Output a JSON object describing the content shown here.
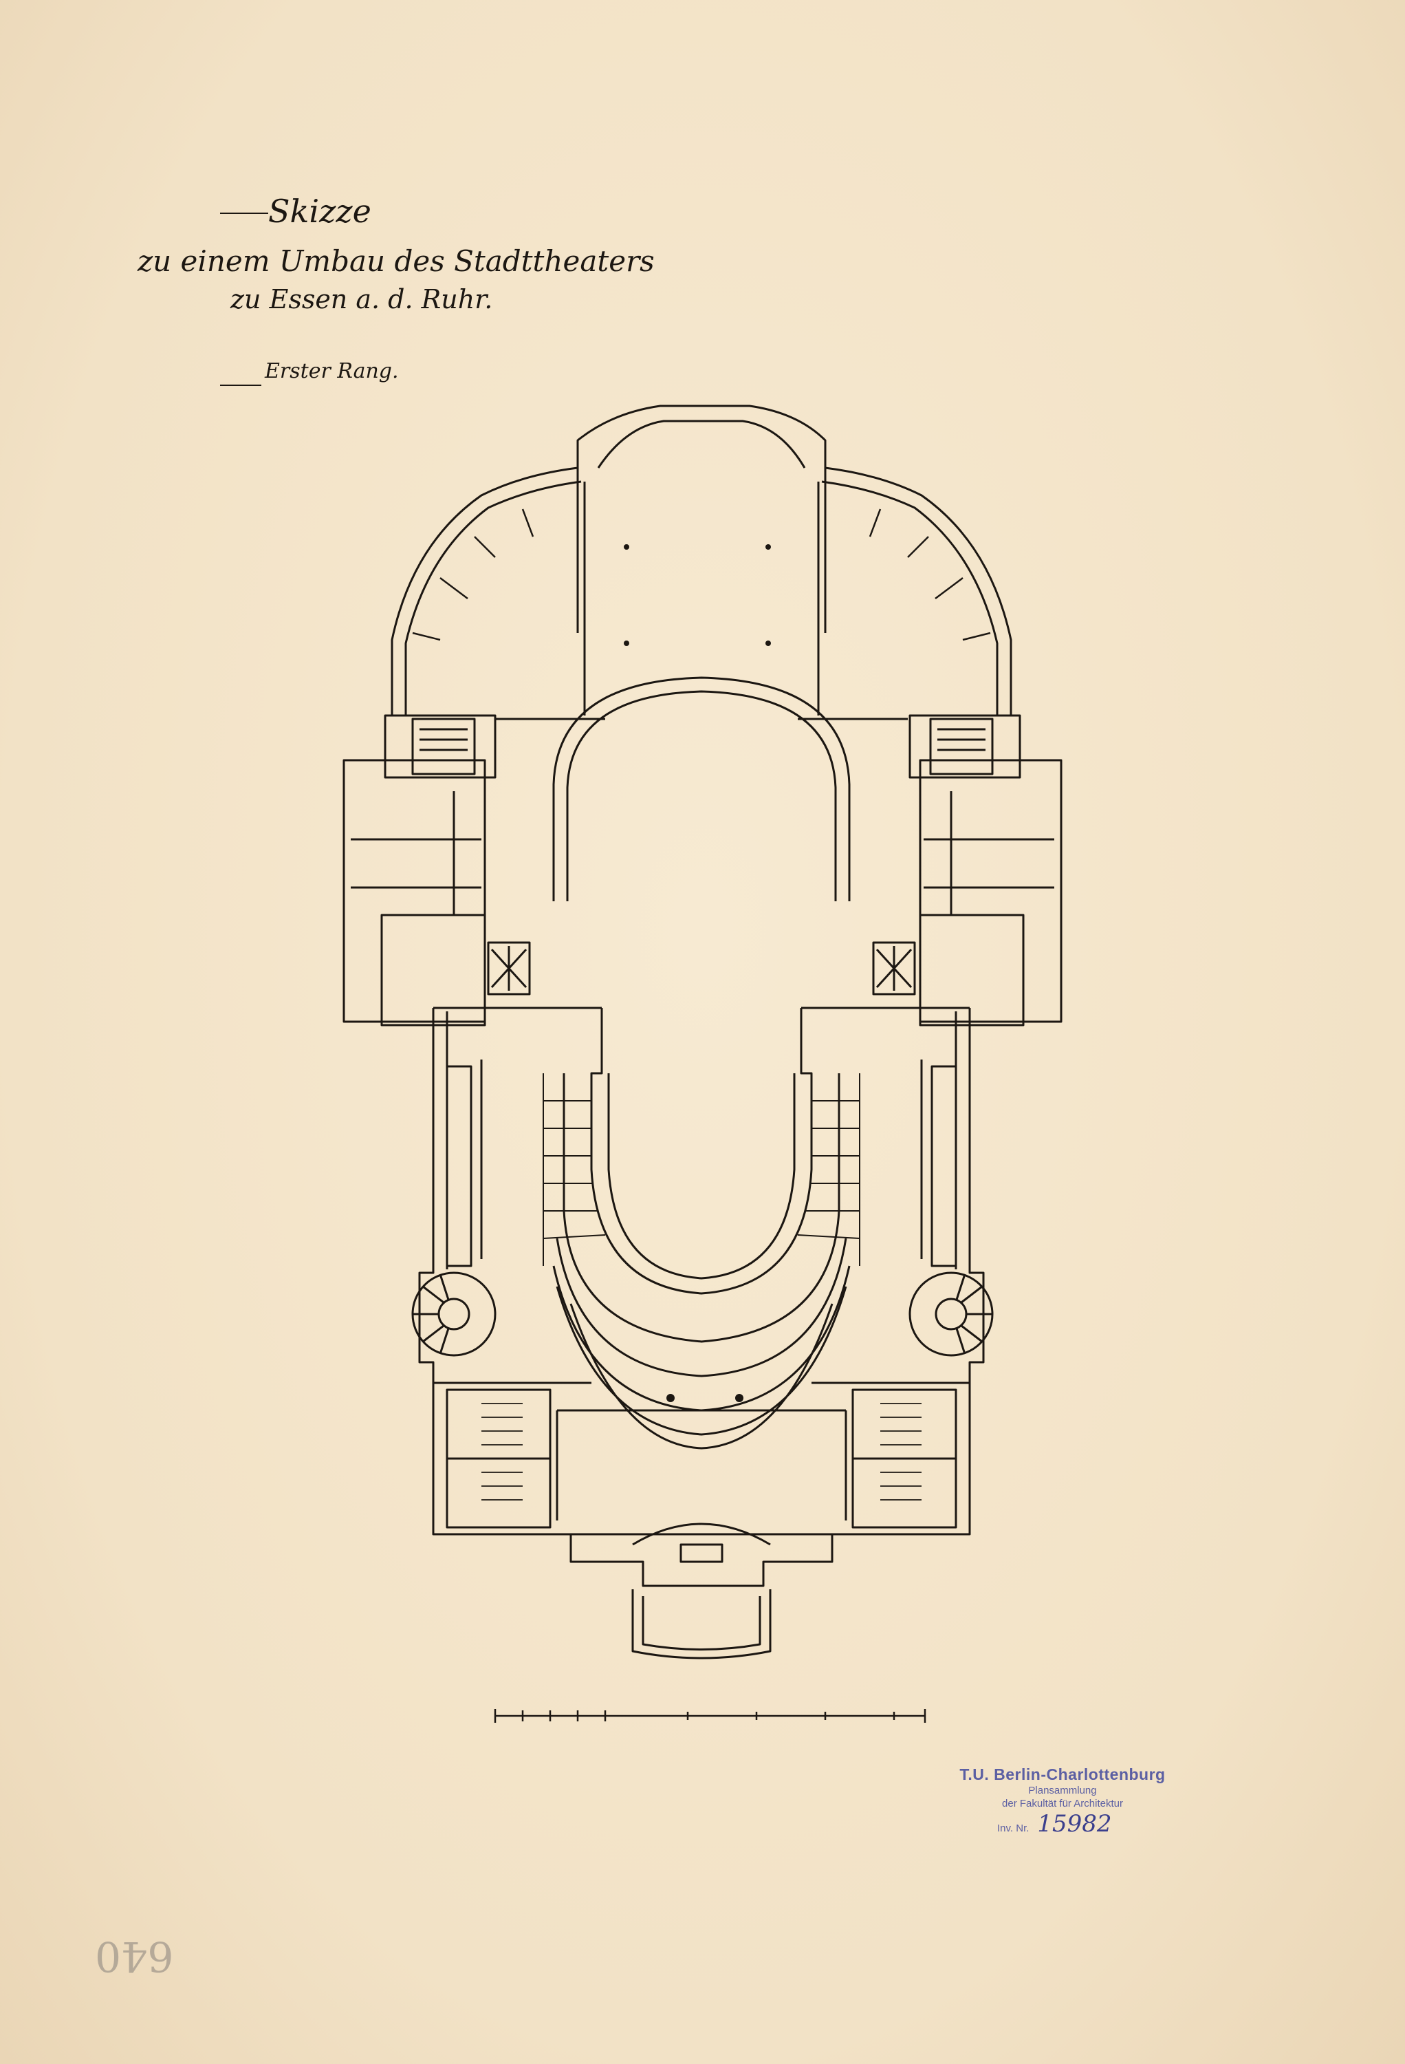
{
  "drawing": {
    "title_line1": "Skizze",
    "title_line2": "zu einem Umbau des Stadttheaters",
    "title_line3": "zu Essen a. d. Ruhr.",
    "subtitle": "Erster Rang."
  },
  "stamp": {
    "line1": "T.U. Berlin-Charlottenburg",
    "line2": "Plansammlung",
    "line3": "der Fakultät für Architektur",
    "inv_label": "Inv. Nr.",
    "inv_number": "15982"
  },
  "archive_mark": "640",
  "colors": {
    "paper": "#f4e6cc",
    "ink": "#1c1712",
    "stamp": "#5b5fa3"
  }
}
